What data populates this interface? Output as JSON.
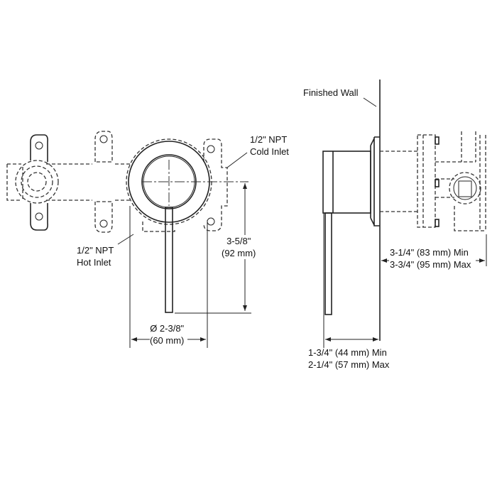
{
  "front_view": {
    "cold_inlet": {
      "line1": "1/2\" NPT",
      "line2": "Cold Inlet"
    },
    "hot_inlet": {
      "line1": "1/2\" NPT",
      "line2": "Hot Inlet"
    },
    "height_dim": {
      "line1": "3-5/8\"",
      "line2": "(92 mm)"
    },
    "diameter_dim": {
      "line1": "Ø 2-3/8\"",
      "line2": "(60 mm)"
    }
  },
  "side_view": {
    "finished_wall": "Finished Wall",
    "depth_dim": {
      "line1": "3-1/4\" (83 mm) Min",
      "line2": "3-3/4\" (95 mm) Max"
    },
    "projection_dim": {
      "line1": "1-3/4\" (44 mm) Min",
      "line2": "2-1/4\" (57 mm) Max"
    }
  }
}
